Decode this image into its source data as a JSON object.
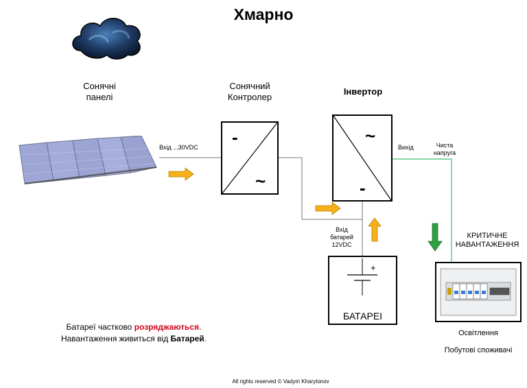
{
  "title": "Хмарно",
  "solar_panels": {
    "label_line1": "Сонячні",
    "label_line2": "панелі"
  },
  "controller": {
    "label_line1": "Сонячний",
    "label_line2": "Контролер",
    "symbol_dc": "-",
    "symbol_ac": "~"
  },
  "inverter": {
    "label": "Інвертор",
    "symbol_ac": "~",
    "symbol_dc": "-"
  },
  "battery": {
    "label": "БАТАРЕІ",
    "plus": "+"
  },
  "wires": {
    "input_label": "Вхід ...30VDC",
    "output_label": "Вихід",
    "clean_voltage_line1": "Чиста",
    "clean_voltage_line2": "напруга",
    "battery_input_line1": "Вхід",
    "battery_input_line2": "батарей",
    "battery_input_line3": "12VDC"
  },
  "load": {
    "label_line1": "КРИТИЧНЕ",
    "label_line2": "НАВАНТАЖЕННЯ",
    "lighting": "Освітлення",
    "appliances": "Побутові споживачі"
  },
  "status": {
    "line1_prefix": "Батареї частково ",
    "line1_highlight": "розряджаються",
    "line1_suffix": ".",
    "line2_prefix": "Навантаження живиться від ",
    "line2_bold": "Батарей",
    "line2_suffix": "."
  },
  "copyright": "All rights reserved © Vadym Kharytonov",
  "colors": {
    "arrow_yellow": "#f5b01a",
    "arrow_green": "#2ea043",
    "wire_green": "#3fbf6a",
    "highlight_red": "#d0021b"
  },
  "icons": [
    "cloud-icon",
    "solar-panel-icon",
    "battery-symbol-icon",
    "breaker-panel-icon"
  ]
}
